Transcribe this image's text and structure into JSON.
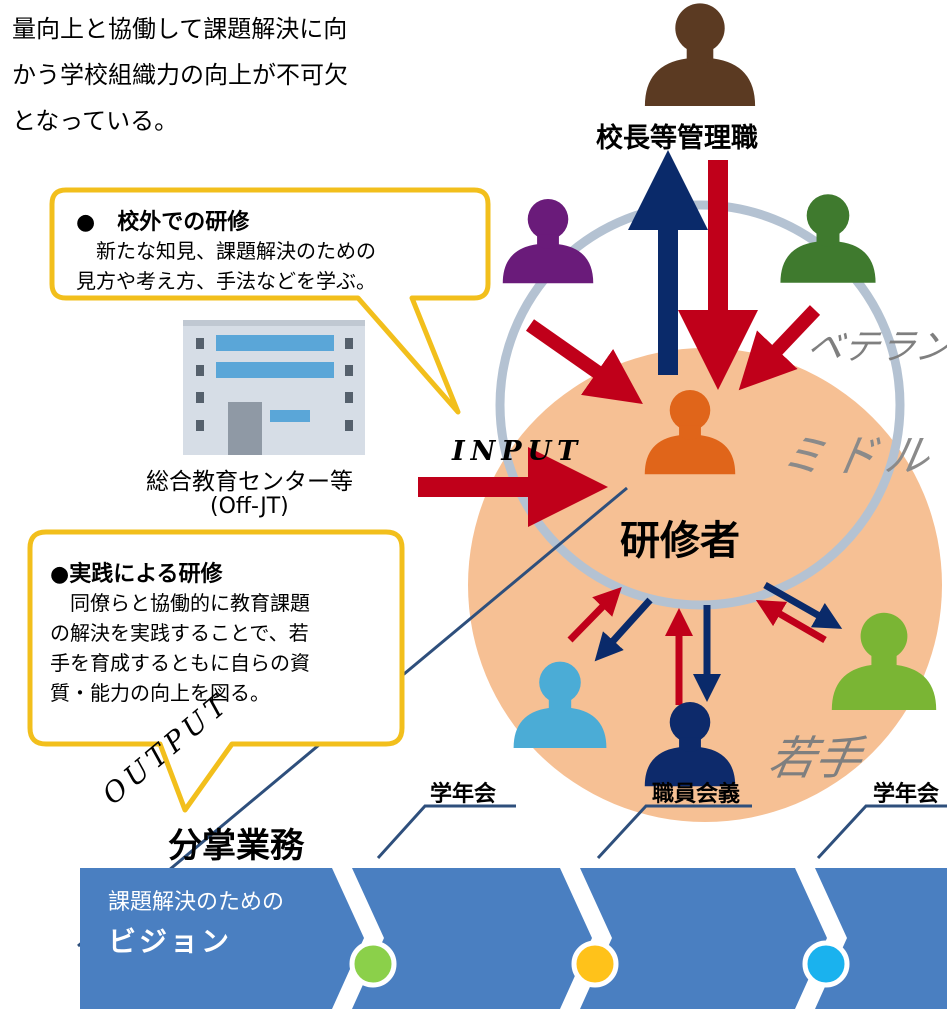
{
  "intro": {
    "line1": "量向上と協働して課題解決に向",
    "line2": "かう学校組織力の向上が不可欠",
    "line3": "となっている。"
  },
  "management_label": "校長等管理職",
  "offsite_bubble": {
    "title": "●　校外での研修",
    "line1": "　新たな知見、課題解決のための",
    "line2": "見方や考え方、手法などを学ぶ。"
  },
  "center": {
    "name": "総合教育センター等",
    "sub": "(Off-JT)"
  },
  "input_label": "INPUT",
  "output_label": "OUTPUT",
  "trainee_label": "研修者",
  "ring_labels": {
    "veteran": "ベテラン",
    "middle": "ミドル",
    "young": "若手"
  },
  "practice_bubble": {
    "title": "●実践による研修",
    "line1": "　同僚らと協働的に教育課題",
    "line2": "の解決を実践することで、若",
    "line3": "手を育成するともに自らの資",
    "line4": "質・能力の向上を図る。"
  },
  "timeline": {
    "duty_label": "分掌業務",
    "vision_line1": "課題解決のための",
    "vision_line2": "ビジョン",
    "events": [
      "学年会",
      "職員会義",
      "学年会"
    ]
  },
  "colors": {
    "management": "#5b3a22",
    "trainee": "#e0651a",
    "veteran_left": "#6a1b7a",
    "veteran_right": "#3f7a2e",
    "young_light": "#4bacd6",
    "young_navy": "#0d2a6b",
    "young_green": "#7ab534",
    "arrow_red": "#c0001a",
    "arrow_navy": "#0a2a6a",
    "middle_circle": "#f6c094",
    "veteran_ring": "#b4c2d2",
    "bubble_border": "#f2bf1c",
    "timeline_band": "#4a7fc1",
    "dot_green": "#8bd04a",
    "dot_yellow": "#ffc21a",
    "dot_blue": "#1ab2ee"
  }
}
